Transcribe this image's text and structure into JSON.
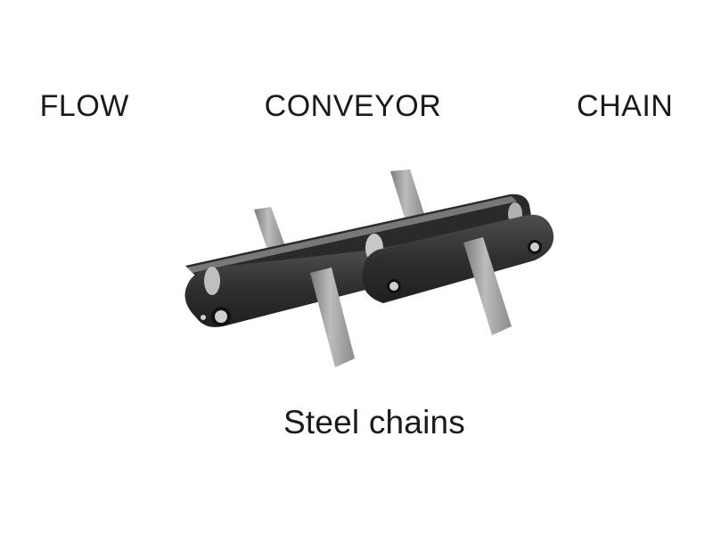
{
  "title": "FLOW    CONVEYOR    CHAIN",
  "caption": "Steel chains",
  "figure": {
    "name": "flow-conveyor-chain-photo",
    "colors": {
      "plate": "#3a3a3a",
      "plate_dark": "#1e1e1e",
      "flight": "#8e8e8e",
      "flight_light": "#b9b9b9",
      "highlight": "#d8d8d8"
    }
  }
}
